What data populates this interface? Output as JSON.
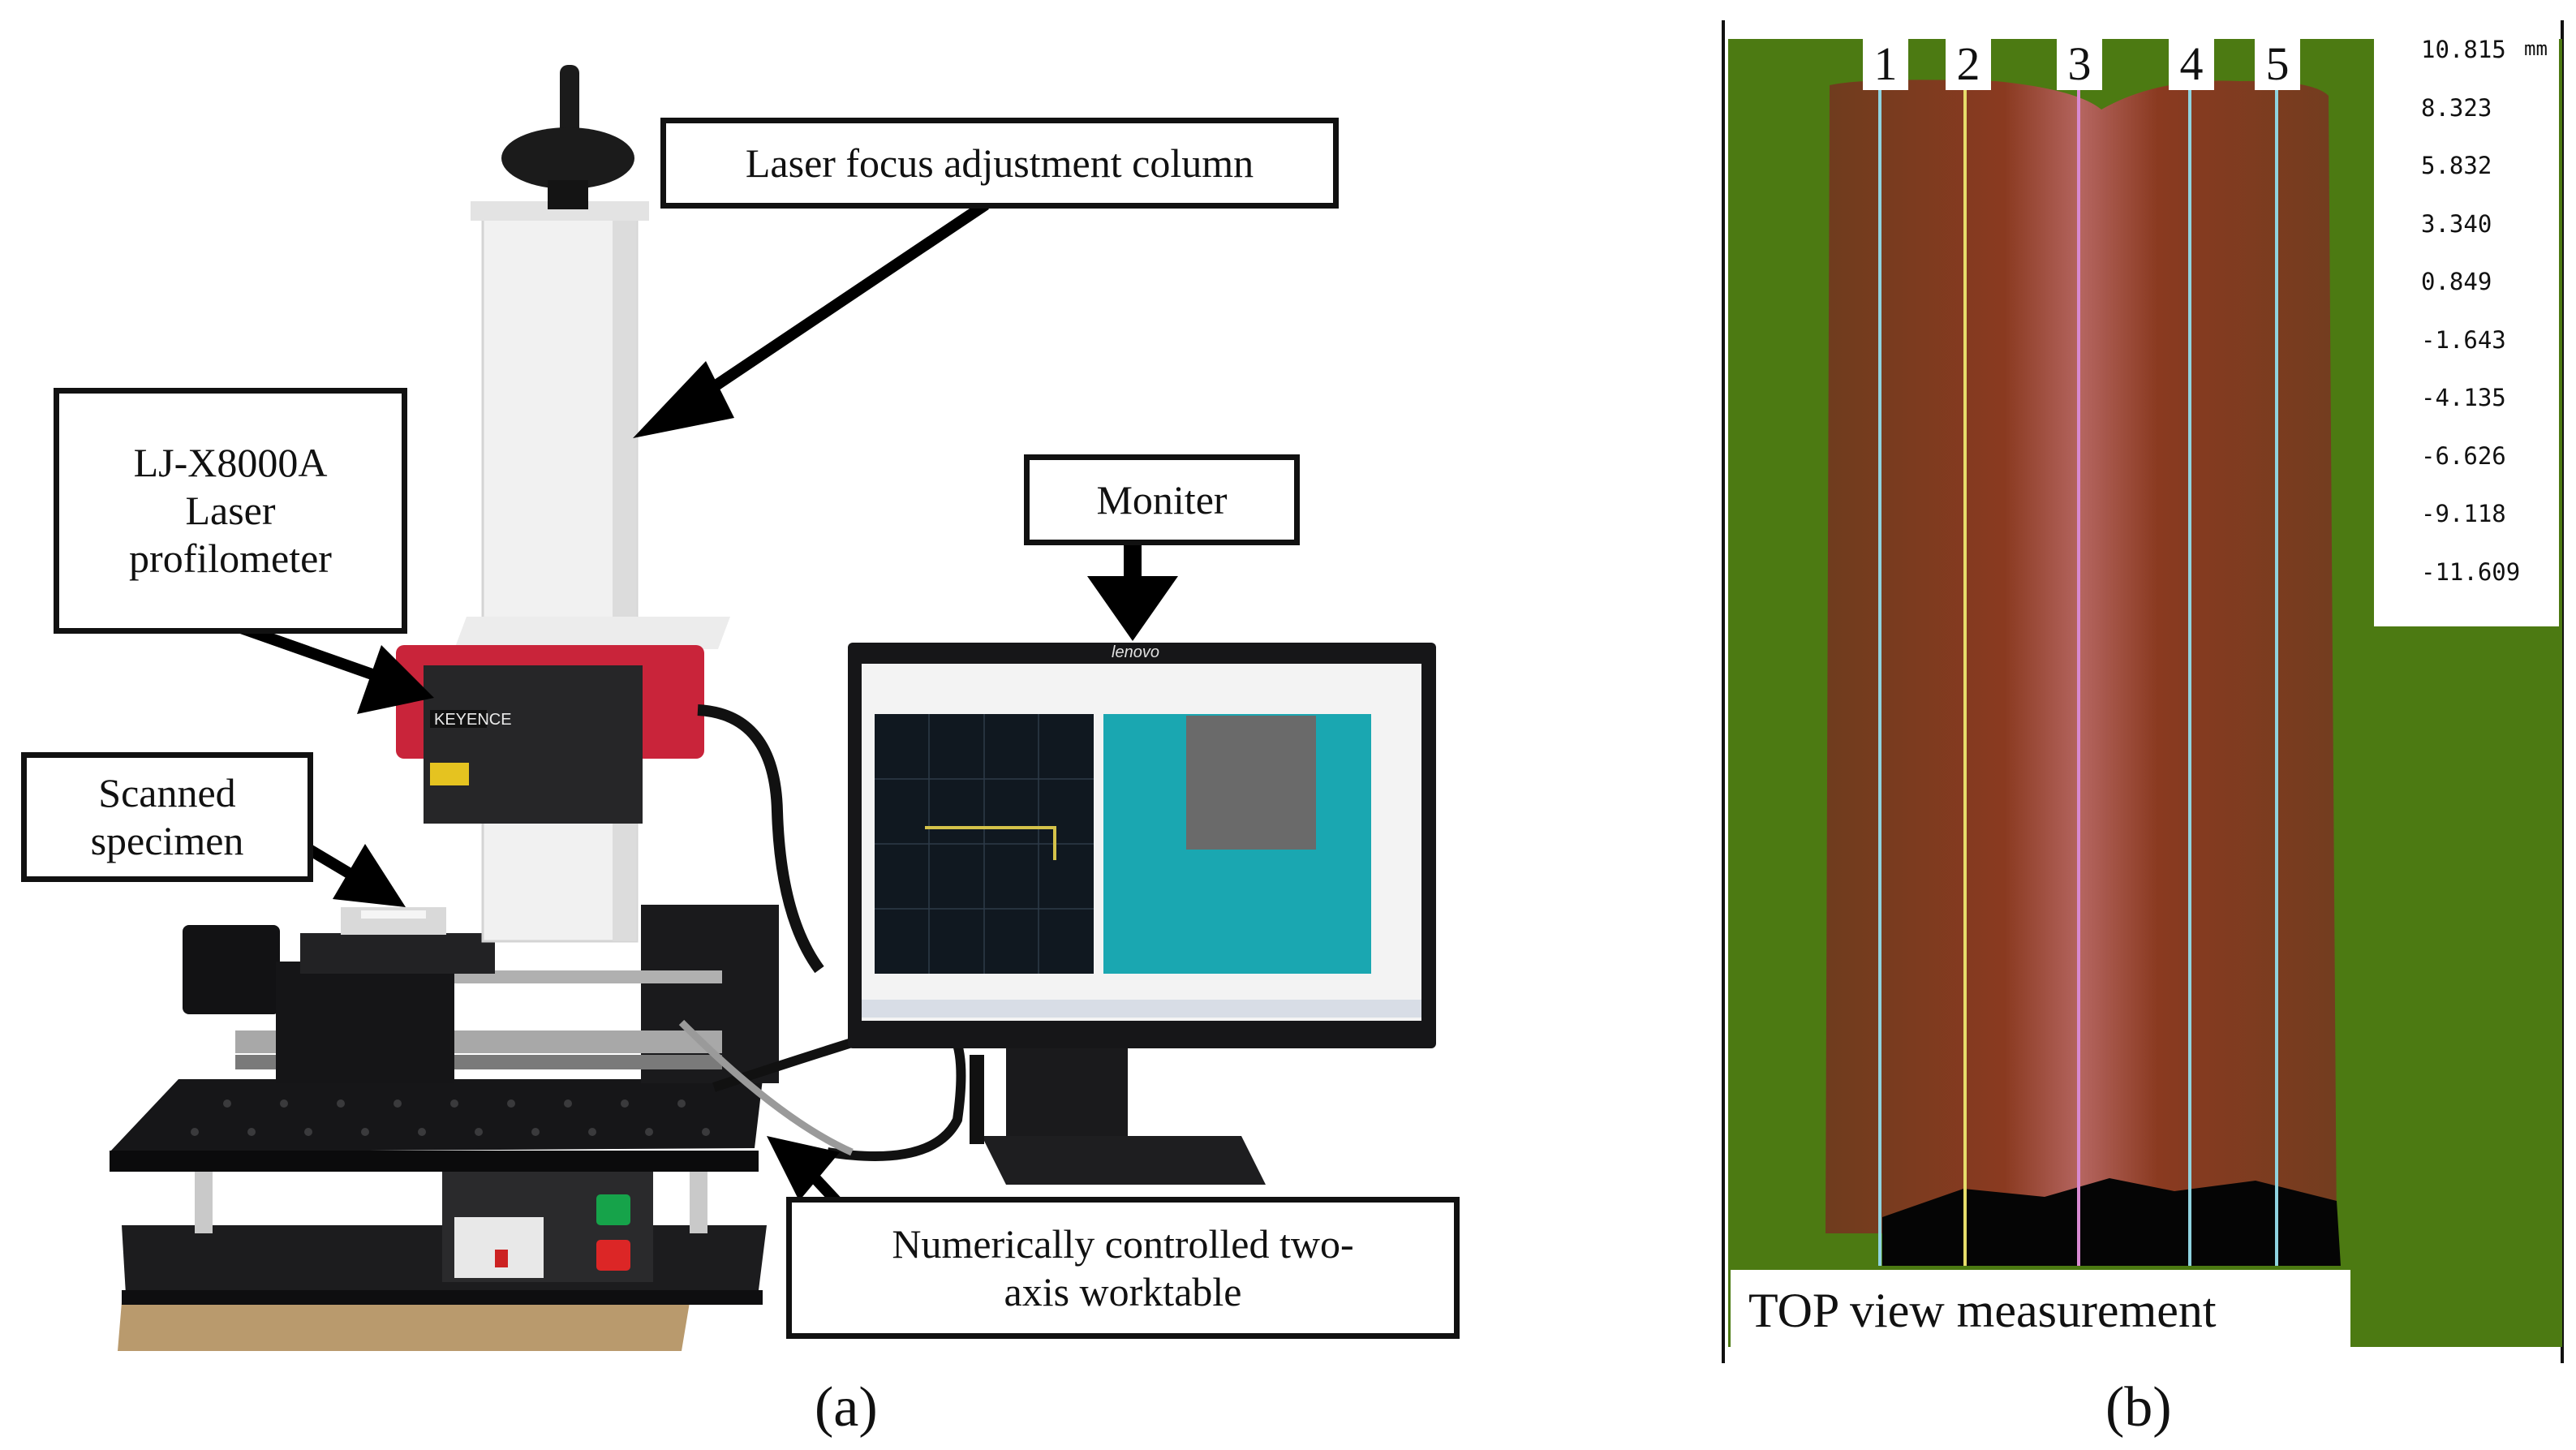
{
  "panel_a": {
    "label": "(a)",
    "callouts": {
      "column": "Laser focus adjustment column",
      "profilometer": "LJ-X8000A\nLaser\nprofilometer",
      "monitor": "Moniter",
      "specimen": "Scanned\nspecimen",
      "worktable": "Numerically controlled two-\naxis worktable"
    },
    "brand_sensor": "KEYENCE",
    "brand_monitor": "lenovo"
  },
  "panel_b": {
    "label": "(b)",
    "line_numbers": [
      "1",
      "2",
      "3",
      "4",
      "5"
    ],
    "colorbar": {
      "unit": "mm",
      "ticks": [
        "10.815",
        "8.323",
        "5.832",
        "3.340",
        "0.849",
        "-1.643",
        "-4.135",
        "-6.626",
        "-9.118",
        "-11.609"
      ]
    },
    "view_label": "TOP view measurement"
  },
  "colors": {
    "background_green": "#4c7a12",
    "bead_red": "#8a3a20",
    "line_cyan": "#8fd3e0",
    "line_yellow": "#e6dc6a",
    "line_magenta": "#d98ad2"
  }
}
